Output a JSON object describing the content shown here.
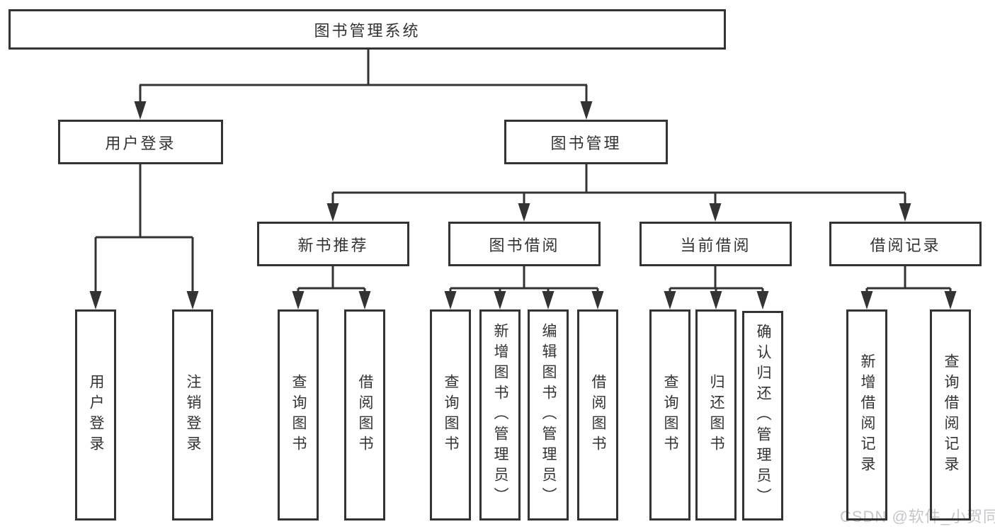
{
  "diagram": {
    "root": "图书管理系统",
    "level2": [
      "用户登录",
      "图书管理"
    ],
    "modules": [
      "新书推荐",
      "图书借阅",
      "当前借阅",
      "借阅记录"
    ],
    "leaves": {
      "user_login": [
        "用户登录",
        "注销登录"
      ],
      "new_book": [
        "查询图书",
        "借阅图书"
      ],
      "book_borrow": [
        "查询图书",
        "新增图书（管理员）",
        "编辑图书（管理员）",
        "借阅图书"
      ],
      "current_borrow": [
        "查询图书",
        "归还图书",
        "确认归还（管理员）"
      ],
      "borrow_record": [
        "新增借阅记录",
        "查询借阅记录"
      ]
    }
  },
  "watermark": "CSDN @软件_小贺同学",
  "colors": {
    "line": "#333333",
    "text": "#333333",
    "watermark": "#c3c7ca",
    "background": "#ffffff"
  }
}
